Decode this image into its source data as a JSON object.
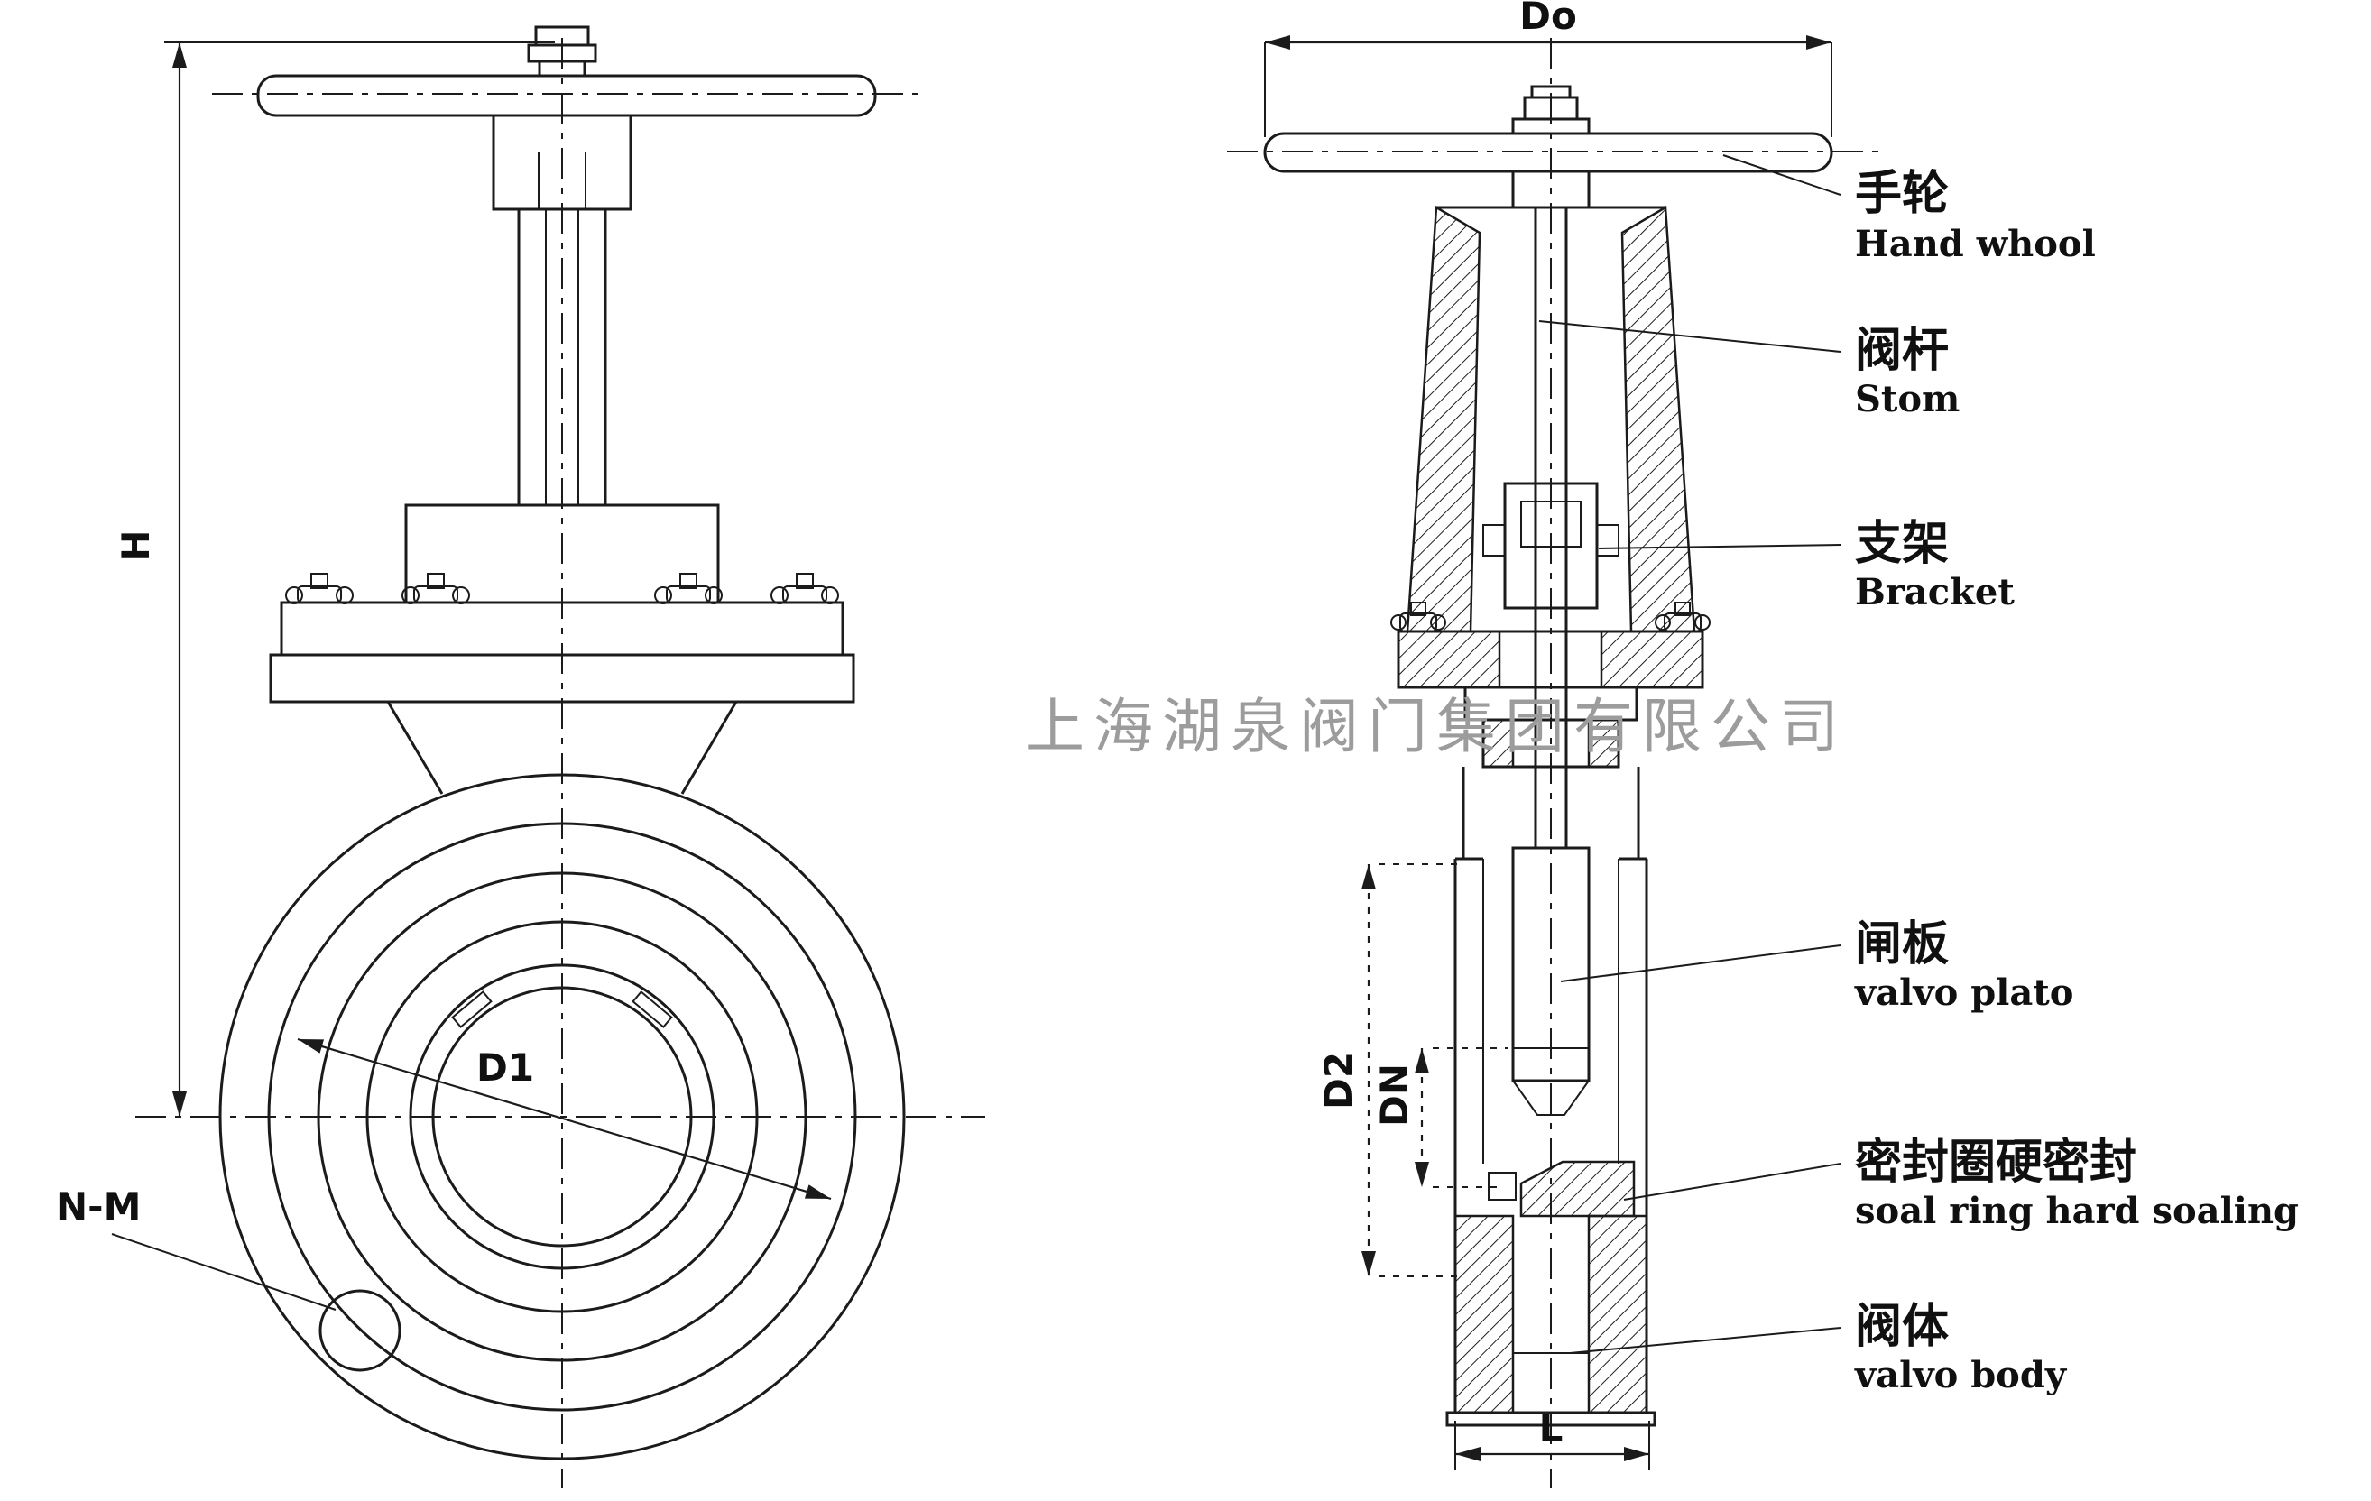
{
  "watermark": {
    "text": "上海湖泉阀门集团有限公司"
  },
  "dims": {
    "H": "H",
    "D1": "D1",
    "NM": "N-M",
    "Do": "Do",
    "D2": "D2",
    "DN": "DN",
    "L": "L"
  },
  "callouts": {
    "handwheel": {
      "zh": "手轮",
      "en": "Hand whool"
    },
    "stem": {
      "zh": "阀杆",
      "en": "Stom"
    },
    "bracket": {
      "zh": "支架",
      "en": "Bracket"
    },
    "gate": {
      "zh": "闸板",
      "en": "valvo plato"
    },
    "seal": {
      "zh": "密封圈硬密封",
      "en": "soal ring hard soaling"
    },
    "body": {
      "zh": "阀体",
      "en": "valvo body"
    }
  },
  "colors": {
    "line": "#1b1b1b",
    "background": "#ffffff",
    "watermark": "#9c9c9c"
  }
}
